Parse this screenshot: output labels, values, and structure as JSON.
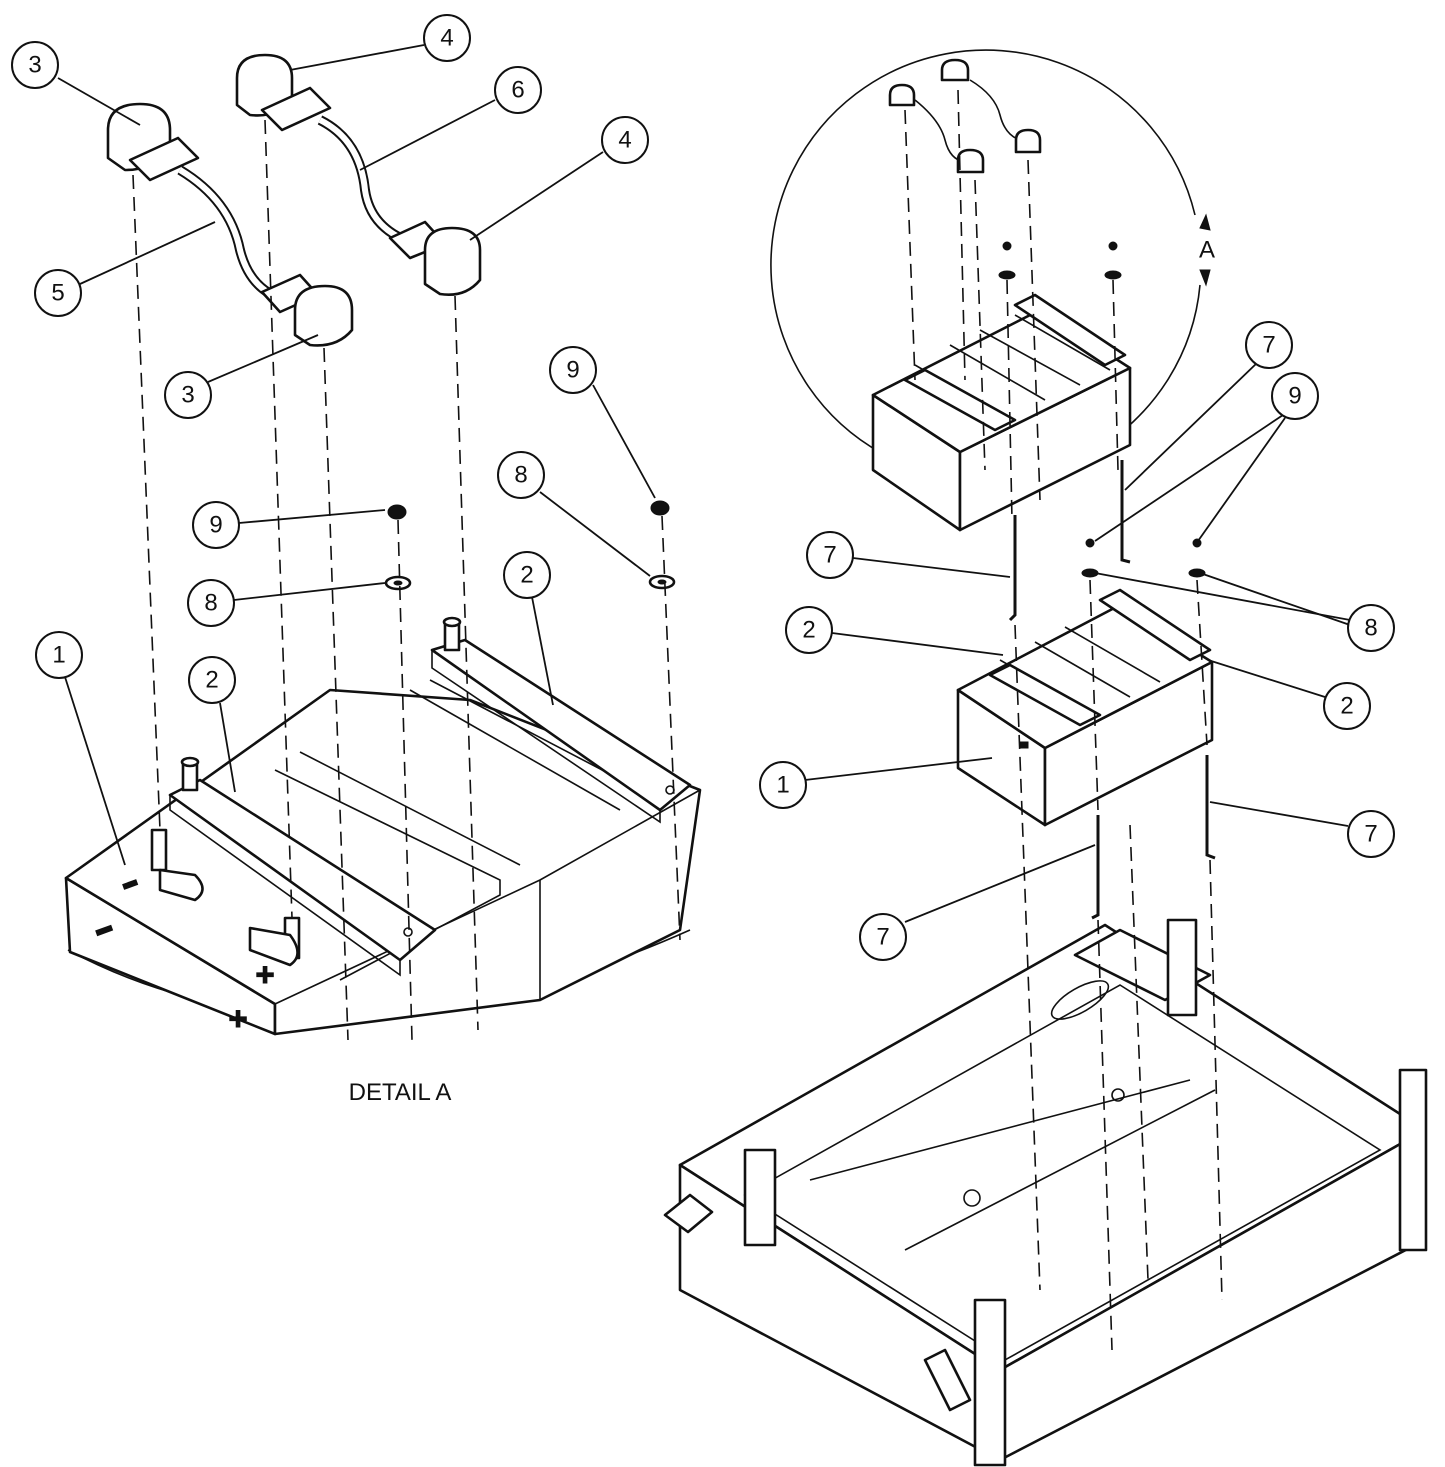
{
  "detail_caption": "DETAIL A",
  "view_marker": "A",
  "callouts": [
    {
      "label": "3",
      "ref": "cable-end-3"
    },
    {
      "label": "4",
      "ref": "cable-end-4"
    },
    {
      "label": "6",
      "ref": "cable-6"
    },
    {
      "label": "4",
      "ref": "cable-end-4"
    },
    {
      "label": "5",
      "ref": "cable-5"
    },
    {
      "label": "3",
      "ref": "cable-end-3"
    },
    {
      "label": "9",
      "ref": "nut-9"
    },
    {
      "label": "9",
      "ref": "nut-9"
    },
    {
      "label": "8",
      "ref": "washer-8"
    },
    {
      "label": "8",
      "ref": "washer-8"
    },
    {
      "label": "2",
      "ref": "hold-down-bar-2"
    },
    {
      "label": "1",
      "ref": "battery-1"
    },
    {
      "label": "2",
      "ref": "hold-down-bar-2"
    },
    {
      "label": "7",
      "ref": "j-bolt-7"
    },
    {
      "label": "9",
      "ref": "nut-9"
    },
    {
      "label": "7",
      "ref": "j-bolt-7"
    },
    {
      "label": "2",
      "ref": "hold-down-bar-2"
    },
    {
      "label": "8",
      "ref": "washer-8"
    },
    {
      "label": "2",
      "ref": "hold-down-bar-2"
    },
    {
      "label": "1",
      "ref": "battery-1"
    },
    {
      "label": "7",
      "ref": "j-bolt-7"
    },
    {
      "label": "7",
      "ref": "j-bolt-7"
    }
  ],
  "colors": {
    "line": "#111111",
    "background": "#ffffff"
  }
}
